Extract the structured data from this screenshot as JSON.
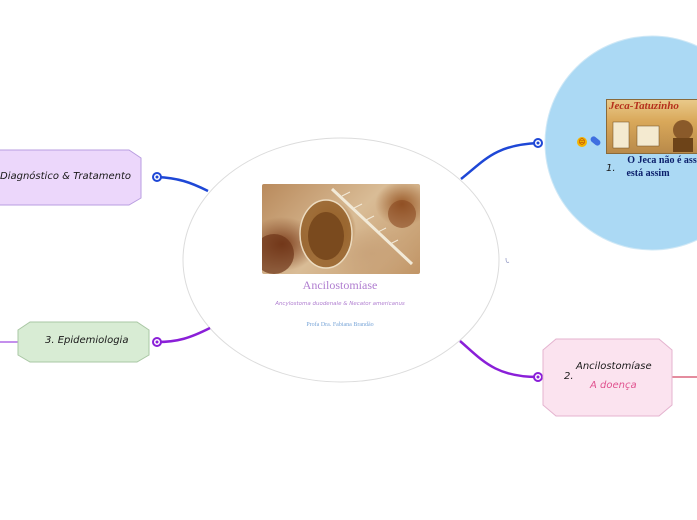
{
  "center": {
    "title": "Ancilostomíase",
    "subtitle": "Ancylostoma duodenale & Necator americanus",
    "author": "Profa Dra. Fabiana Brandão"
  },
  "nodes": {
    "diagnostico": {
      "label": "Diagnóstico & Tratamento"
    },
    "epidemiologia": {
      "label": "3. Epidemiologia"
    },
    "doenca": {
      "number": "2.",
      "title": "Ancilostomíase",
      "subtitle": "A doença"
    },
    "jeca": {
      "number": "1.",
      "photo_title": "Jeca-Tatuzinho",
      "caption_line1": "O Jeca não é ass",
      "caption_line2": "está assim"
    }
  },
  "colors": {
    "blue_branch": "#1e47d6",
    "purple_branch": "#8a1fd8",
    "diagnostico_fill": "#ecd7fb",
    "epidemiologia_fill": "#d8ecd4",
    "doenca_fill": "#fbe3ef",
    "jeca_fill": "#abd9f4"
  }
}
